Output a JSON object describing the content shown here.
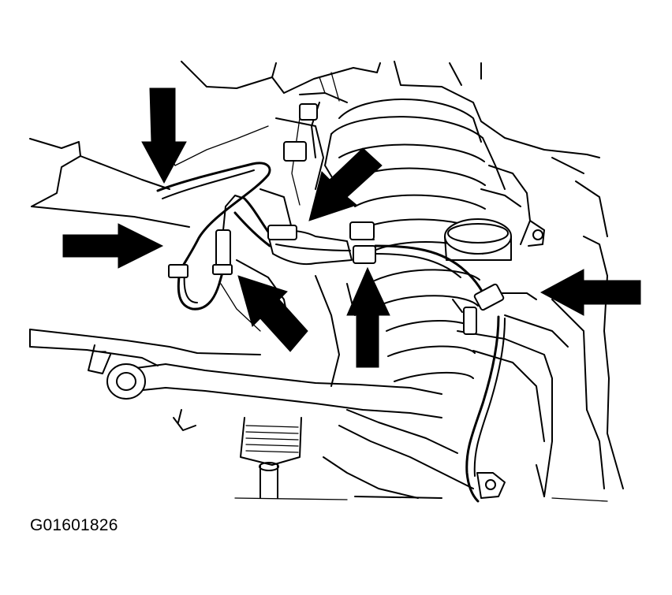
{
  "figure": {
    "id_label": "G01601826"
  },
  "colors": {
    "ink": "#000000",
    "paper": "#ffffff"
  },
  "callouts": [
    {
      "name": "callout-arrow-top-left",
      "pointing": "down"
    },
    {
      "name": "callout-arrow-left",
      "pointing": "right"
    },
    {
      "name": "callout-arrow-lower-center",
      "pointing": "up-left"
    },
    {
      "name": "callout-arrow-upper-center",
      "pointing": "down-left"
    },
    {
      "name": "callout-arrow-center-up",
      "pointing": "up"
    },
    {
      "name": "callout-arrow-right",
      "pointing": "left"
    }
  ]
}
